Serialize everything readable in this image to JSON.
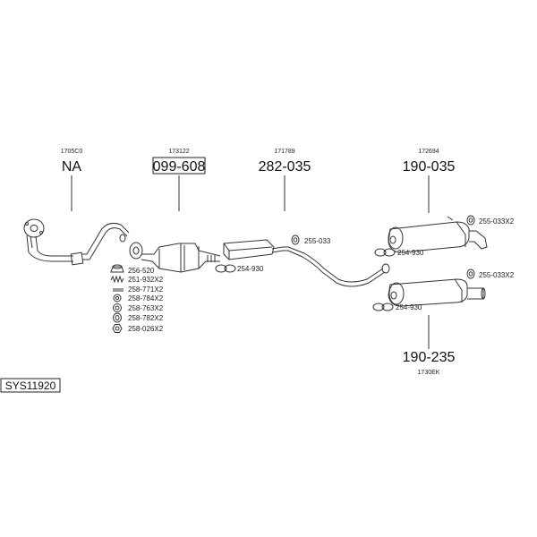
{
  "diagram_code": "SYS11920",
  "sections": [
    {
      "ref": "1705C0",
      "part": "NA"
    },
    {
      "ref": "173122",
      "part": "099-608"
    },
    {
      "ref": "171789",
      "part": "282-035"
    },
    {
      "ref": "172694",
      "part": "190-035"
    },
    {
      "ref": "1730EK",
      "part": "190-235"
    }
  ],
  "fittings": [
    "256-520",
    "251-932X2",
    "258-771X2",
    "258-784X2",
    "258-763X2",
    "258-782X2",
    "258-026X2"
  ],
  "hangers": {
    "cat_hanger": "254-930",
    "mid_clamp": "255-033",
    "rear_upper_clamp": "255-033X2",
    "rear_upper_hanger": "254-930",
    "rear_lower_clamp": "255-033X2",
    "rear_lower_hanger": "254-930"
  }
}
